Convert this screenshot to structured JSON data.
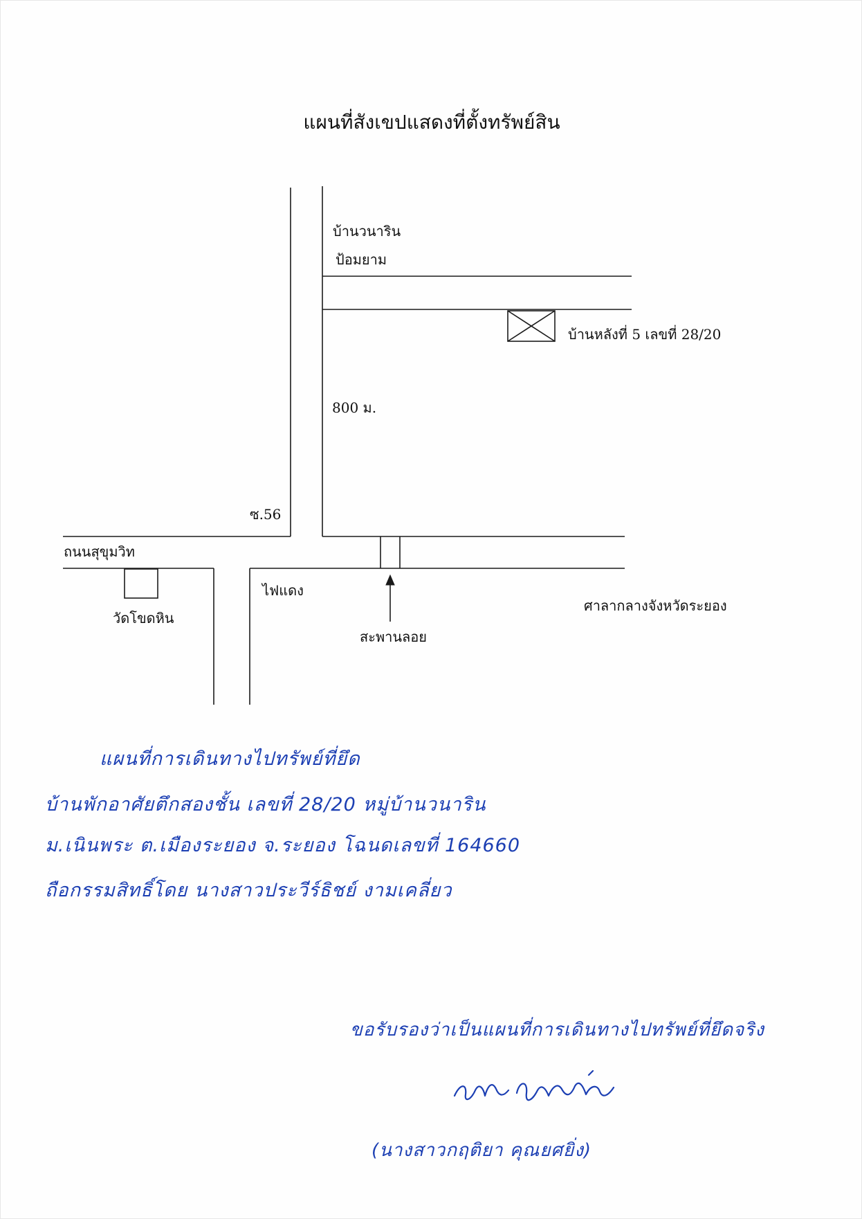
{
  "title": "แผนที่สังเขปแสดงที่ตั้งทรัพย์สิน",
  "map": {
    "labels": {
      "ban_wanarin": "บ้านวนาริน",
      "pom_yam": "ป้อมยาม",
      "house_label": "บ้านหลังที่ 5 เลขที่ 28/20",
      "distance": "800 ม.",
      "soi": "ซ.56",
      "main_road": "ถนนสุขุมวิท",
      "temple": "วัดโขดหิน",
      "traffic_light": "ไฟแดง",
      "provincial_hall": "ศาลากลางจังหวัดระยอง",
      "floating_bridge": "สะพานลอย"
    },
    "line_color": "#1a1a1a"
  },
  "handwritten": {
    "color": "#1c3fb3",
    "lines": [
      "แผนที่การเดินทางไปทรัพย์ที่ยึด",
      "บ้านพักอาศัยตึกสองชั้น เลขที่ 28/20 หมู่บ้านวนาริน",
      "ม.เนินพระ ต.เมืองระยอง จ.ระยอง โฉนดเลขที่ 164660",
      "ถือกรรมสิทธิ์โดย นางสาวประวีร์ธิชย์ งามเคลี่ยว"
    ],
    "certification": "ขอรับรองว่าเป็นแผนที่การเดินทางไปทรัพย์ที่ยึดจริง",
    "signature_name": "(นางสาวกฤติยา คุณยศยิ่ง)"
  }
}
